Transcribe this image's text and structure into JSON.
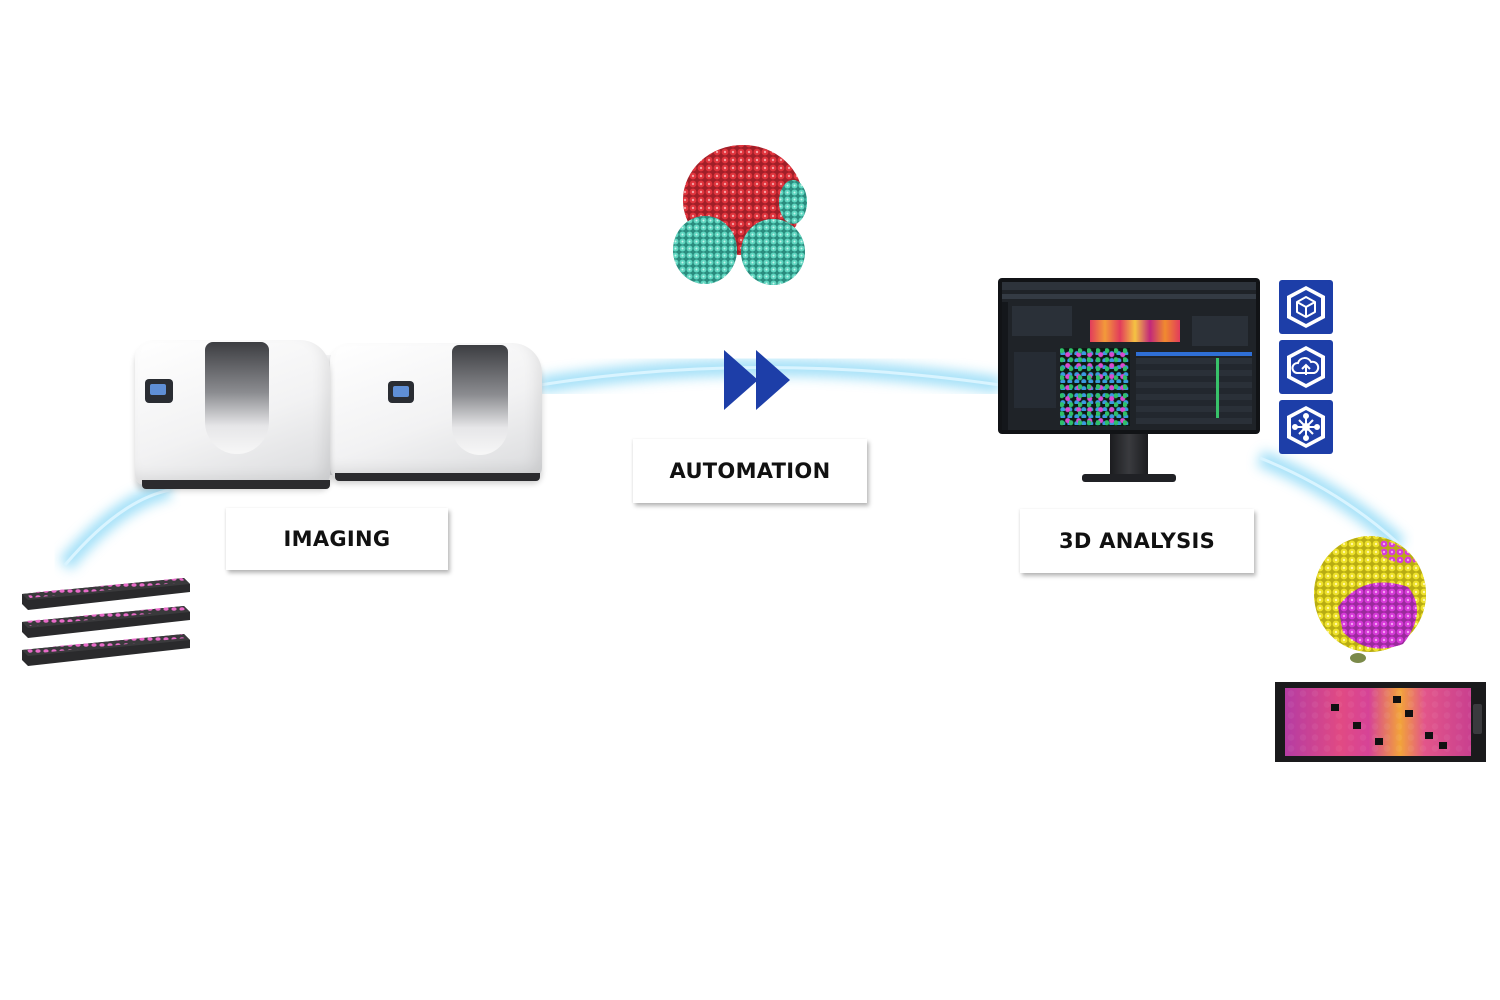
{
  "stages": {
    "imaging": "IMAGING",
    "automation": "AUTOMATION",
    "analysis": "3D ANALYSIS"
  },
  "icons": {
    "imaging": [
      "microplate-stack-icon",
      "imaging-instrument-icon"
    ],
    "automation": [
      "fast-forward-icon",
      "spheroid-3d-icon"
    ],
    "analysis": [
      "analysis-monitor-icon",
      "cube-hexagon-icon",
      "cloud-upload-hexagon-icon",
      "network-hexagon-icon",
      "segmented-spheroid-icon",
      "plate-heatmap-icon"
    ]
  },
  "colors": {
    "accent_blue": "#1d3ea8",
    "flow_glow": "#7fd4f5",
    "well_pink": "#e86ac8",
    "spheroid_red": "#e0333c",
    "spheroid_teal": "#5fd6c0",
    "spheroid_magenta": "#d63ad8",
    "spheroid_yellow": "#eee12a"
  }
}
